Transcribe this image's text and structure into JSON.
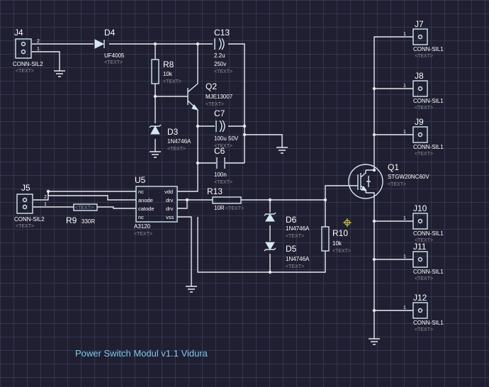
{
  "title": "Power Switch Modul  v1.1 Vidura",
  "placeholder_text": "<TEXT>",
  "components": {
    "J4": {
      "ref": "J4",
      "value": "CONN-SIL2",
      "pins": [
        "2",
        "1"
      ]
    },
    "J5": {
      "ref": "J5",
      "value": "CONN-SIL2",
      "pins": [
        "2",
        "1"
      ]
    },
    "J7": {
      "ref": "J7",
      "value": "CONN-SIL1",
      "pin": "1"
    },
    "J8": {
      "ref": "J8",
      "value": "CONN-SIL1",
      "pin": "1"
    },
    "J9": {
      "ref": "J9",
      "value": "CONN-SIL1",
      "pin": "1"
    },
    "J10": {
      "ref": "J10",
      "value": "CONN-SIL1",
      "pin": "1"
    },
    "J11": {
      "ref": "J11",
      "value": "CONN-SIL1",
      "pin": "1"
    },
    "J12": {
      "ref": "J12",
      "value": "CONN-SIL1",
      "pin": "1"
    },
    "D4": {
      "ref": "D4",
      "value": "UF4005"
    },
    "C13": {
      "ref": "C13",
      "value": "2.2u",
      "value2": "250v"
    },
    "R8": {
      "ref": "R8",
      "value": "10k"
    },
    "Q2": {
      "ref": "Q2",
      "value": "MJE13007"
    },
    "D3": {
      "ref": "D3",
      "value": "1N4746A"
    },
    "C7": {
      "ref": "C7",
      "value": "100u 50V"
    },
    "C6": {
      "ref": "C6",
      "value": "100n"
    },
    "U5": {
      "ref": "U5",
      "value": "A3120",
      "left_pins": [
        "nc",
        "anode",
        "catode",
        "nc"
      ],
      "right_pins": [
        "vdd",
        "drv",
        "drv",
        "vss"
      ]
    },
    "R13": {
      "ref": "R13",
      "value": "10R"
    },
    "R9": {
      "ref": "R9",
      "value": "330R"
    },
    "D6": {
      "ref": "D6",
      "value": "1N4746A"
    },
    "D5": {
      "ref": "D5",
      "value": "1N4746A"
    },
    "R10": {
      "ref": "R10",
      "value": "10k"
    },
    "Q1": {
      "ref": "Q1",
      "value": "STGW20NC60V"
    }
  }
}
